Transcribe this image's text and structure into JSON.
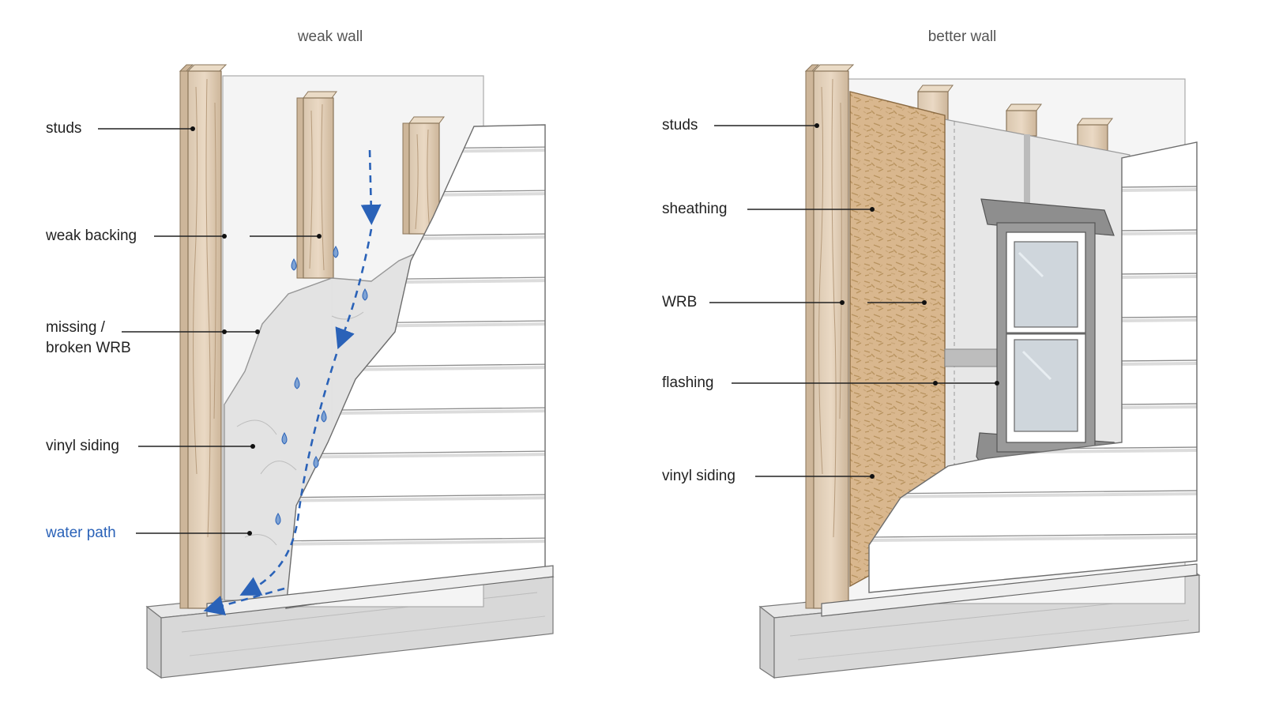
{
  "diagram": {
    "left_panel": {
      "title": "weak wall",
      "labels": {
        "studs": "studs",
        "weak_backing": "weak backing",
        "missing_wrb_line1": "missing /",
        "missing_wrb_line2": "broken WRB",
        "vinyl_siding": "vinyl siding",
        "water_path": "water path"
      }
    },
    "right_panel": {
      "title": "better wall",
      "labels": {
        "studs": "studs",
        "sheathing": "sheathing",
        "wrb": "WRB",
        "flashing": "flashing",
        "vinyl_siding": "vinyl siding"
      }
    },
    "colors": {
      "wood": "#e3d2bd",
      "wood_grain": "#b79c7d",
      "osb": "#d9b78e",
      "siding": "#ffffff",
      "siding_shadow": "#dcdcdc",
      "backing": "#f4f4f4",
      "wrb": "#e6e6e6",
      "concrete": "#d8d8d8",
      "water": "#2a62b8",
      "drop": "#7fa3d4",
      "flashing": "#8e8e8e"
    }
  }
}
